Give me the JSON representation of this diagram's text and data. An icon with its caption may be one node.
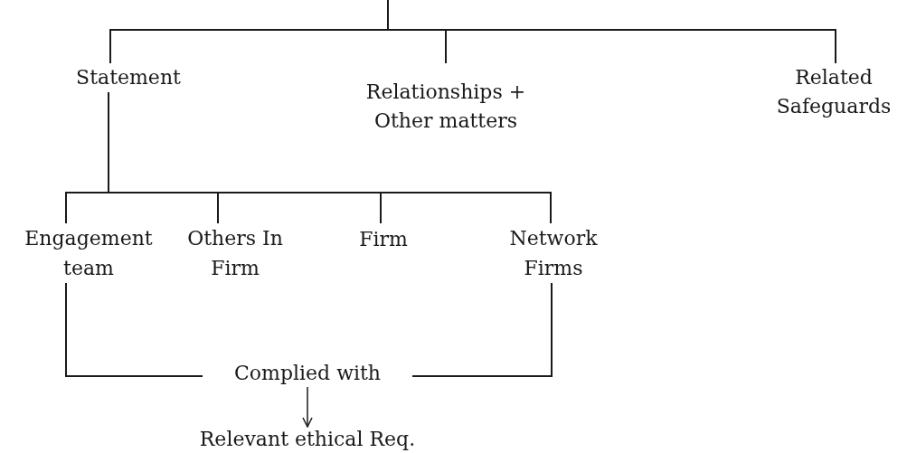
{
  "diagram": {
    "nodes": [
      {
        "text": [
          "Statement"
        ]
      },
      {
        "text": [
          "Relationships + Other matters"
        ]
      },
      {
        "text": [
          "Related Safeguards"
        ]
      },
      {
        "text": [
          "Engagement team"
        ]
      },
      {
        "text": [
          "Others In Firm"
        ]
      },
      {
        "text": [
          "Firm"
        ]
      },
      {
        "text": [
          "Network Firms"
        ]
      },
      {
        "text": [
          "Complied with"
        ]
      },
      {
        "text": [
          "Relevant ethical Req."
        ]
      }
    ],
    "edges": [
      {
        "from": null,
        "to": 0,
        "arrow": "none"
      },
      {
        "from": null,
        "to": 1,
        "arrow": "none"
      },
      {
        "from": null,
        "to": 2,
        "arrow": "none"
      },
      {
        "from": 0,
        "to": 3,
        "arrow": "none"
      },
      {
        "from": 0,
        "to": 4,
        "arrow": "none"
      },
      {
        "from": 0,
        "to": 5,
        "arrow": "none"
      },
      {
        "from": 0,
        "to": 6,
        "arrow": "none"
      },
      {
        "from": 3,
        "to": 7,
        "arrow": "none"
      },
      {
        "from": 6,
        "to": 7,
        "arrow": "none"
      },
      {
        "from": 7,
        "to": 8,
        "arrow": "to"
      }
    ]
  }
}
